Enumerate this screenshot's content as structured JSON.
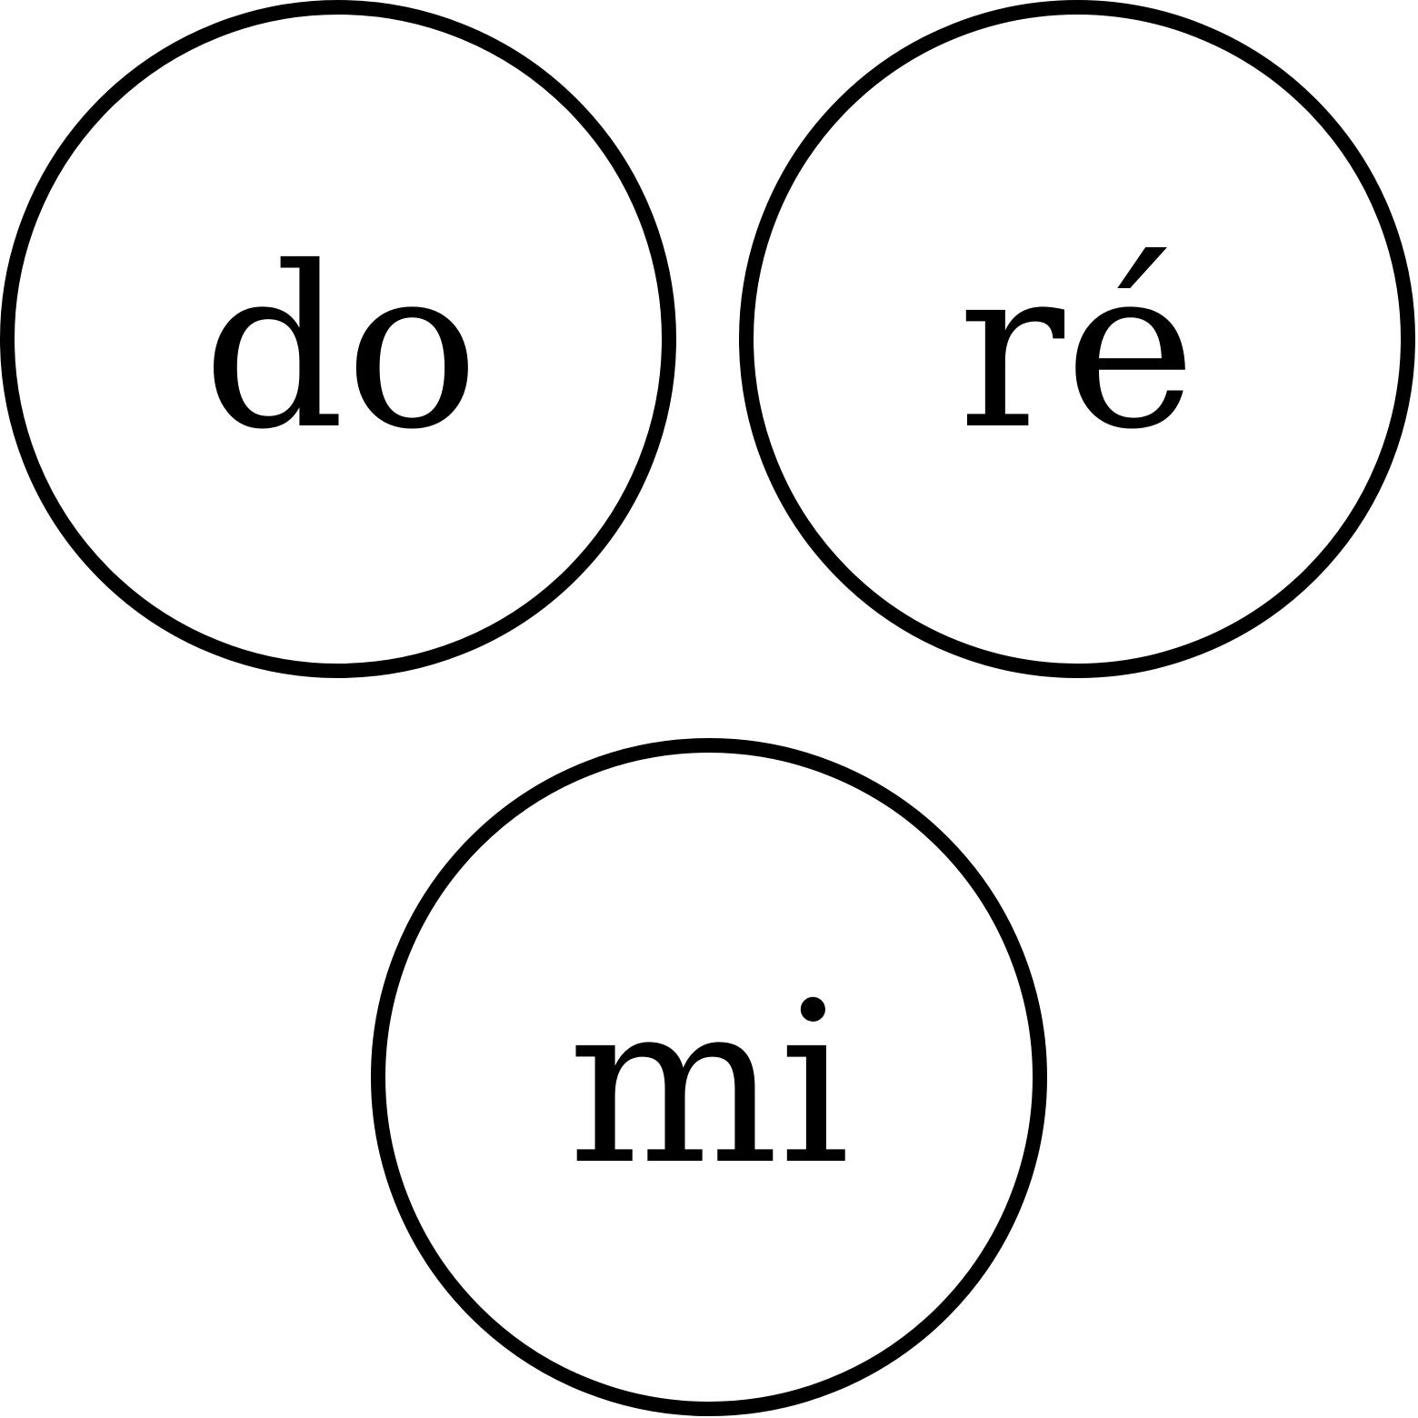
{
  "nodes": [
    {
      "id": "do",
      "label": "do"
    },
    {
      "id": "re",
      "label": "ré"
    },
    {
      "id": "mi",
      "label": "mi"
    }
  ]
}
